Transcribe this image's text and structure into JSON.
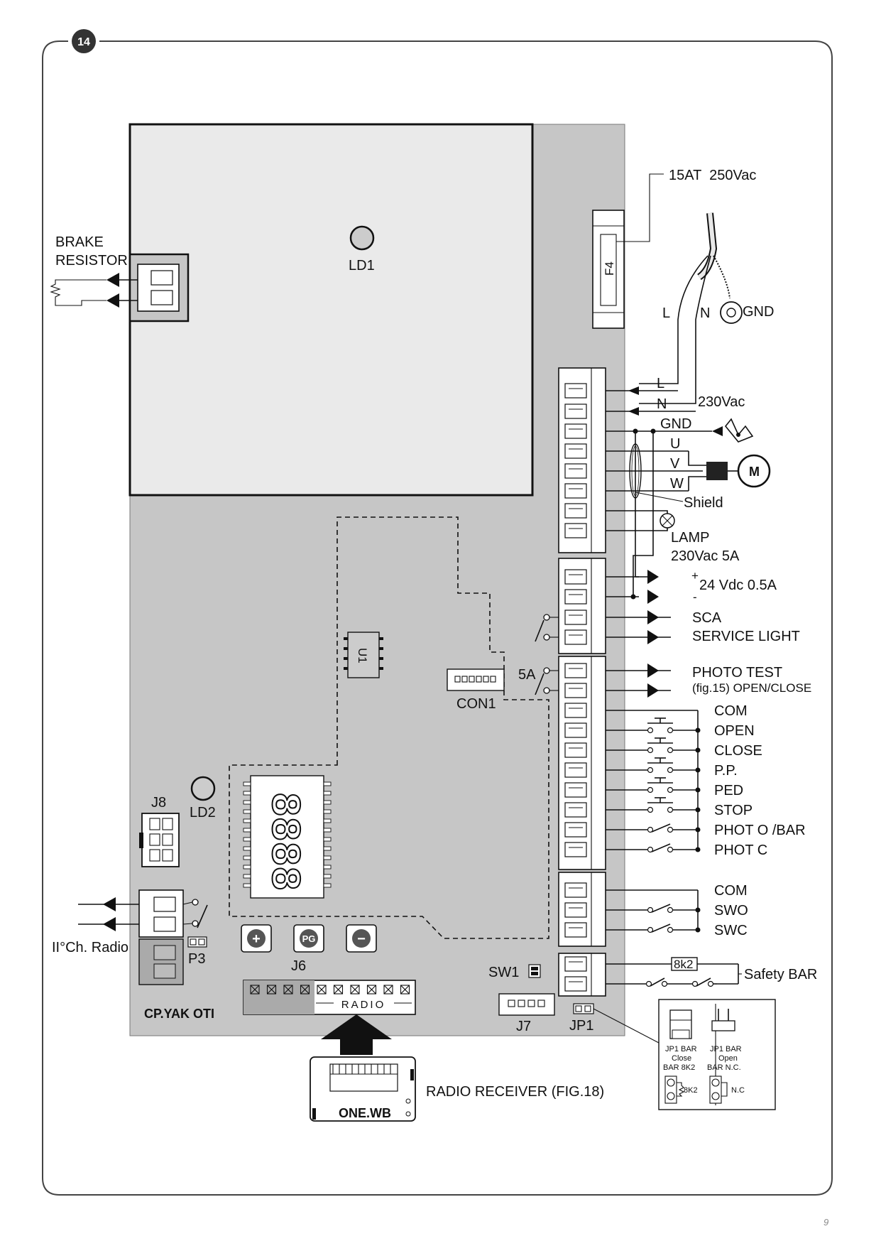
{
  "figure": {
    "number": "14",
    "page_number": "9"
  },
  "colors": {
    "board": "#c6c6c6",
    "module": "#eaeaea",
    "ink": "#111111",
    "frame": "#444444"
  },
  "board": {
    "model": "CP.YAK OTI"
  },
  "left_side": {
    "brake_resistor": "BRAKE\nRESISTOR",
    "brake_resistor_line1": "BRAKE",
    "brake_resistor_line2": "RESISTOR",
    "second_channel_radio": "II°Ch. Radio"
  },
  "components": {
    "ld1": "LD1",
    "ld2": "LD2",
    "j8": "J8",
    "u1": "U1",
    "con1": "CON1",
    "p3": "P3",
    "j6": "J6",
    "sw1": "SW1",
    "j7": "J7",
    "jp1": "JP1",
    "fuse": "F4",
    "display_digits": "8888"
  },
  "buttons": [
    {
      "symbol": "+",
      "icon": "plus-icon"
    },
    {
      "symbol": "PG",
      "icon": "pg-icon"
    },
    {
      "symbol": "−",
      "icon": "minus-icon"
    }
  ],
  "radio": {
    "slot_label": "RADIO",
    "receiver_label": "RADIO RECEIVER (FIG.18)",
    "receiver_model": "ONE.WB"
  },
  "fuse_rating": "15AT  250Vac",
  "power": {
    "l": "L",
    "n": "N",
    "gnd": "GND",
    "voltage": "230Vac"
  },
  "motor": {
    "u": "U",
    "v": "V",
    "w": "W",
    "gnd": "GND",
    "shield": "Shield",
    "symbol": "M"
  },
  "lamp": {
    "line1": "LAMP",
    "line2": "230Vac 5A"
  },
  "aux_supply": {
    "plus": "+",
    "minus": "-",
    "label": "24 Vdc 0.5A"
  },
  "outputs": {
    "sca": "SCA",
    "service_light": "SERVICE LIGHT",
    "contact_rating": "5A",
    "photo_test": "PHOTO TEST",
    "photo_test_note": "(fig.15) OPEN/CLOSE"
  },
  "inputs": [
    "COM",
    "OPEN",
    "CLOSE",
    "P.P.",
    "PED",
    "STOP",
    "PHOT O /BAR",
    "PHOT C"
  ],
  "limit_switch": [
    "COM",
    "SWO",
    "SWC"
  ],
  "safety_bar": {
    "label": "Safety BAR",
    "resistor": "8k2"
  },
  "jp1_inset": {
    "close": {
      "line1": "JP1 BAR",
      "line2": "Close",
      "line3": "BAR 8K2",
      "res": "8K2"
    },
    "open": {
      "line1": "JP1 BAR",
      "line2": "Open",
      "line3": "BAR N.C.",
      "res": "N.C"
    }
  }
}
